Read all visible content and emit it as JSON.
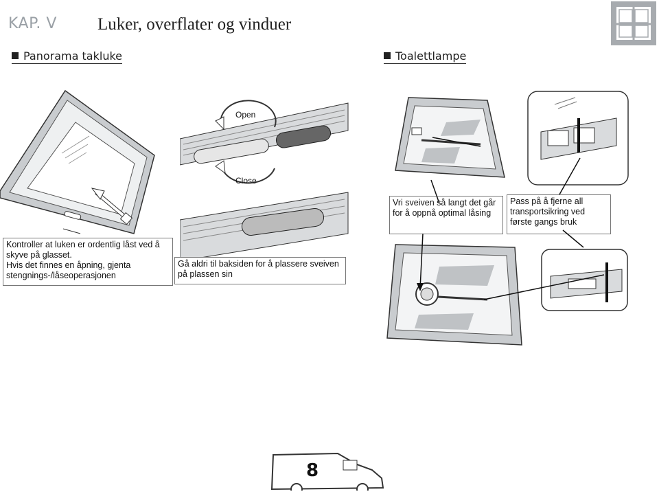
{
  "header": {
    "chapter": "KAP. V",
    "title": "Luker, overflater og vinduer"
  },
  "sections": {
    "left": "Panorama takluke",
    "right": "Toalettlampe"
  },
  "notes": {
    "check_hatch_1": "Kontroller at luken er ordentlig låst ved å skyve på glasset.",
    "check_hatch_2": "Hvis det finnes en åpning, gjenta stengnings-/låseoperasjonen",
    "crank_back": "Gå aldri til baksiden for å plassere sveiven på plassen sin",
    "turn_crank": "Vri sveiven så langt det går for å oppnå optimal låsing",
    "remove_transport": "Pass på å fjerne all transportsikring ved første gangs bruk"
  },
  "labels": {
    "open": "Open",
    "close": "Close"
  },
  "page_number": "8",
  "icons": [
    "window-chapter-icon",
    "motorhome-icon"
  ]
}
